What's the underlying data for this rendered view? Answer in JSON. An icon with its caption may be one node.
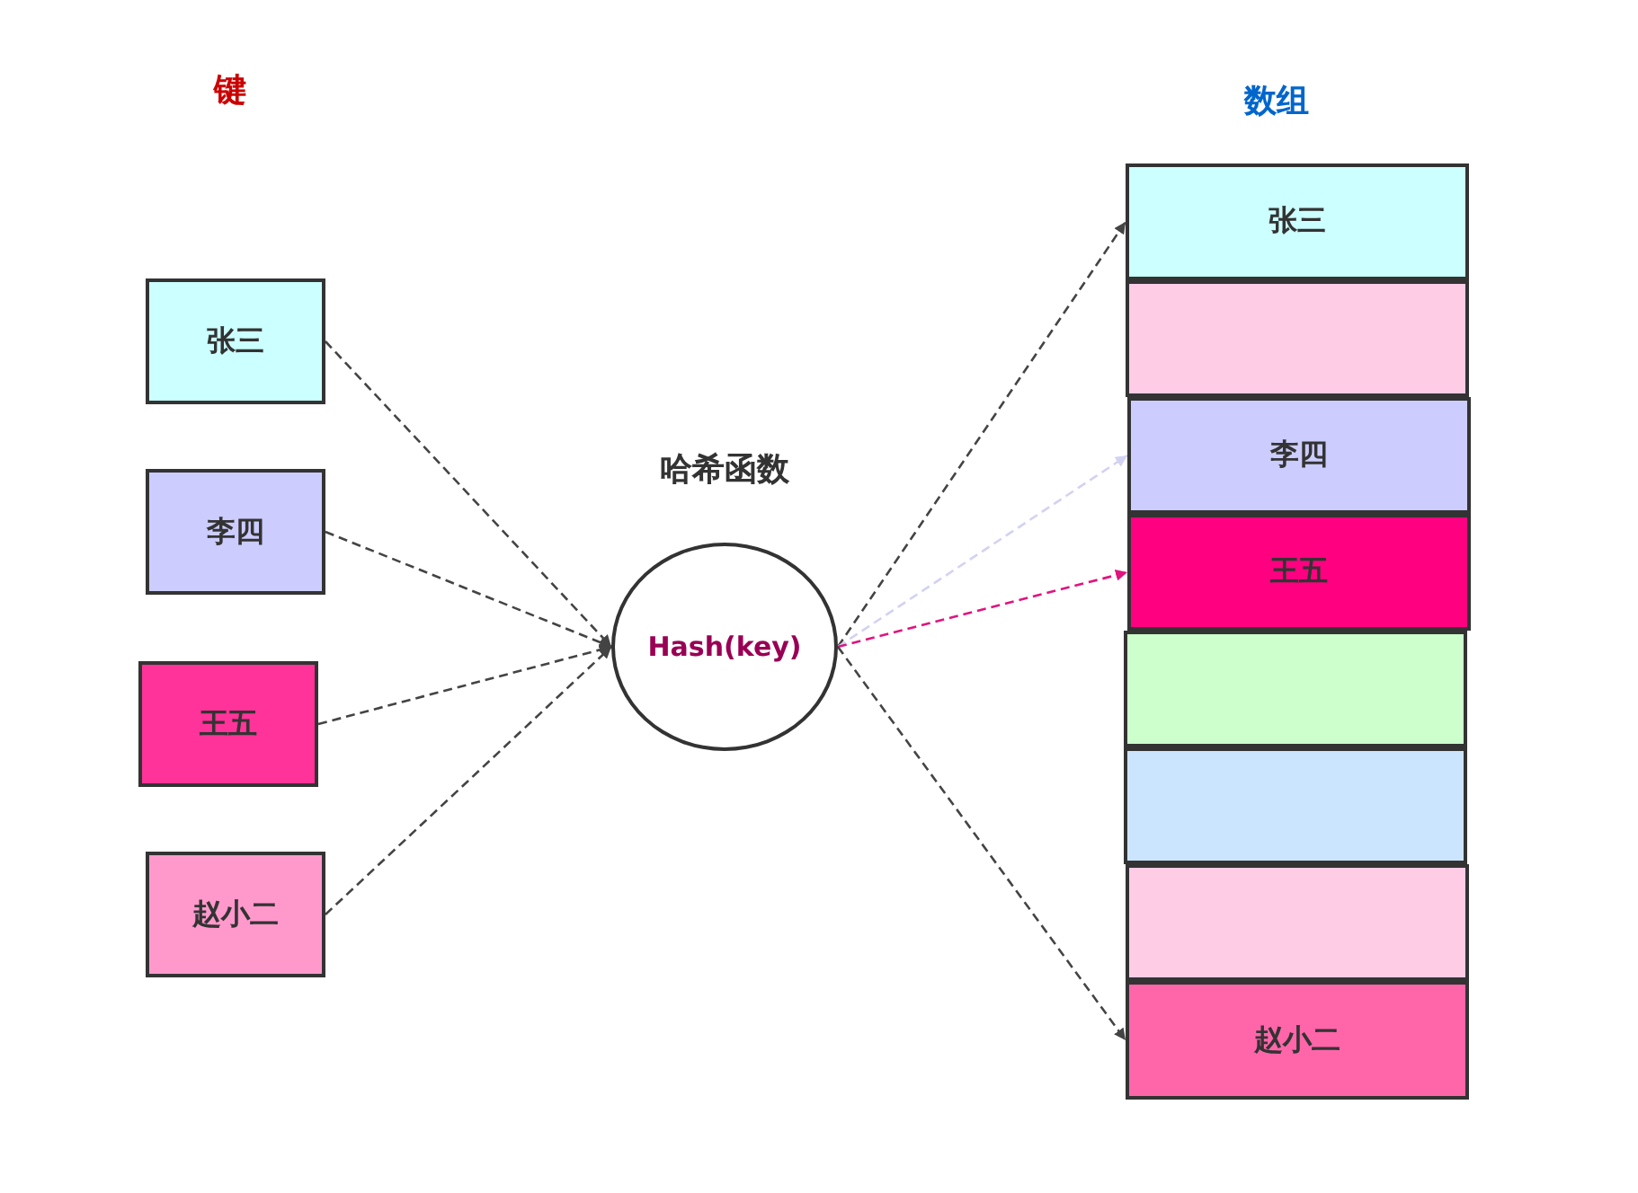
{
  "diagram": {
    "nodes": [
      {
        "text": [
          "张三"
        ]
      },
      {
        "text": [
          "李四"
        ]
      },
      {
        "text": [
          "王五"
        ]
      },
      {
        "text": [
          "赵小二"
        ]
      },
      {
        "text": [
          "哈希函数",
          "Hash(key)"
        ]
      },
      {
        "text": [
          "张三"
        ]
      },
      {
        "text": [],
        "shape": "box"
      },
      {
        "text": [
          "李四"
        ]
      },
      {
        "text": [
          "王五"
        ]
      },
      {
        "text": [],
        "shape": "box"
      },
      {
        "text": [],
        "shape": "box"
      },
      {
        "text": [],
        "shape": "box"
      },
      {
        "text": [
          "赵小二"
        ]
      }
    ],
    "edges": [
      {
        "from": 0,
        "to": 4,
        "arrow": "to",
        "style": "dashed"
      },
      {
        "from": 1,
        "to": 4,
        "arrow": "to",
        "style": "dashed"
      },
      {
        "from": 2,
        "to": 4,
        "arrow": "to",
        "style": "dashed"
      },
      {
        "from": 3,
        "to": 4,
        "arrow": "to",
        "style": "dashed"
      },
      {
        "from": 4,
        "to": 5,
        "arrow": "to",
        "style": "dashed"
      },
      {
        "from": 4,
        "to": 7,
        "arrow": "to",
        "style": "dashed",
        "color": "#d2d2f2"
      },
      {
        "from": 4,
        "to": 8,
        "arrow": "to",
        "style": "dashed",
        "color": "#e0147e"
      },
      {
        "from": 4,
        "to": 12,
        "arrow": "to",
        "style": "dashed"
      }
    ],
    "labels": [
      "键",
      "数组"
    ]
  }
}
